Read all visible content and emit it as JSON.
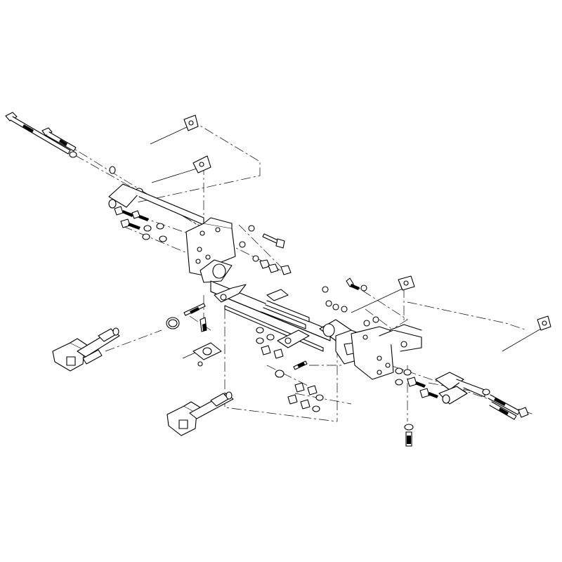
{
  "diagram": {
    "kind": "exploded-assembly",
    "colors": {
      "line": "#000000",
      "background": "#ffffff"
    },
    "parts": [
      "long-bolt-left",
      "medium-bolt-left",
      "hitch-pin-left",
      "hitch-pin-right",
      "mounting-plate-left",
      "mounting-plate-right",
      "cross-tube",
      "center-receiver",
      "center-clevis-plate",
      "receiver-insert",
      "tow-arm-left",
      "tow-arm-right",
      "long-bolt-right",
      "medium-bolt-right"
    ]
  }
}
